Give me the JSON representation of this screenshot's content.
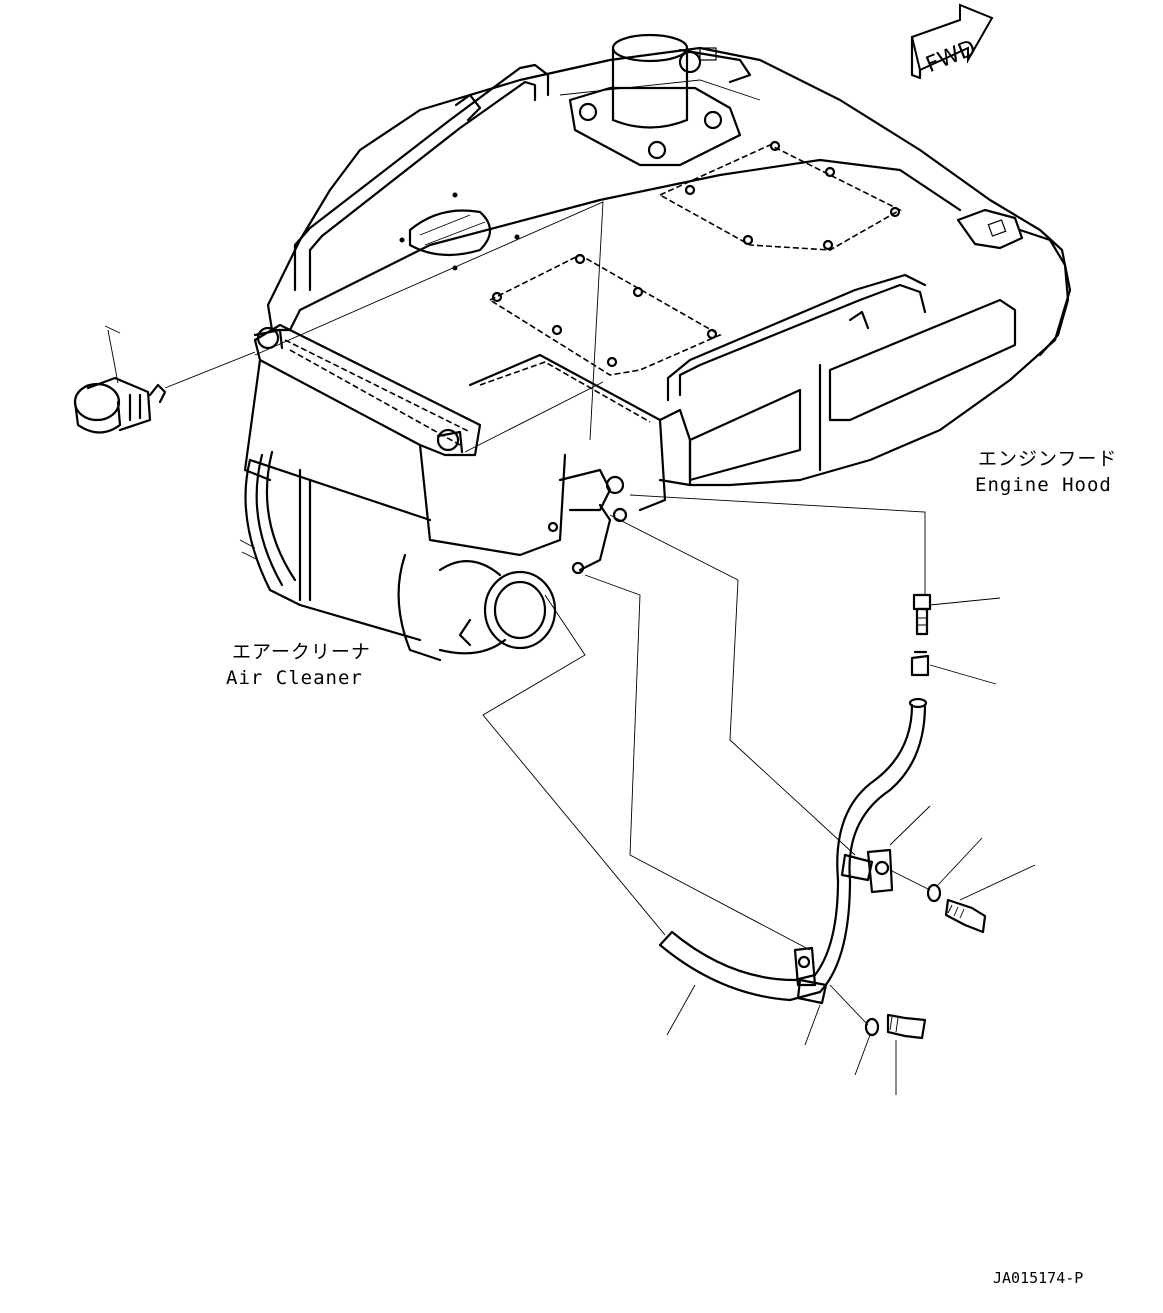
{
  "labels": {
    "engine_hood_jp": "エンジンフード",
    "engine_hood_en": "Engine Hood",
    "air_cleaner_jp": "エアークリーナ",
    "air_cleaner_en": "Air Cleaner",
    "fwd": "FWD",
    "drawing_code": "JA015174-P"
  },
  "colors": {
    "line": "#000000",
    "background": "#ffffff"
  },
  "icons": {
    "direction_arrow": "fwd-arrow-icon"
  }
}
